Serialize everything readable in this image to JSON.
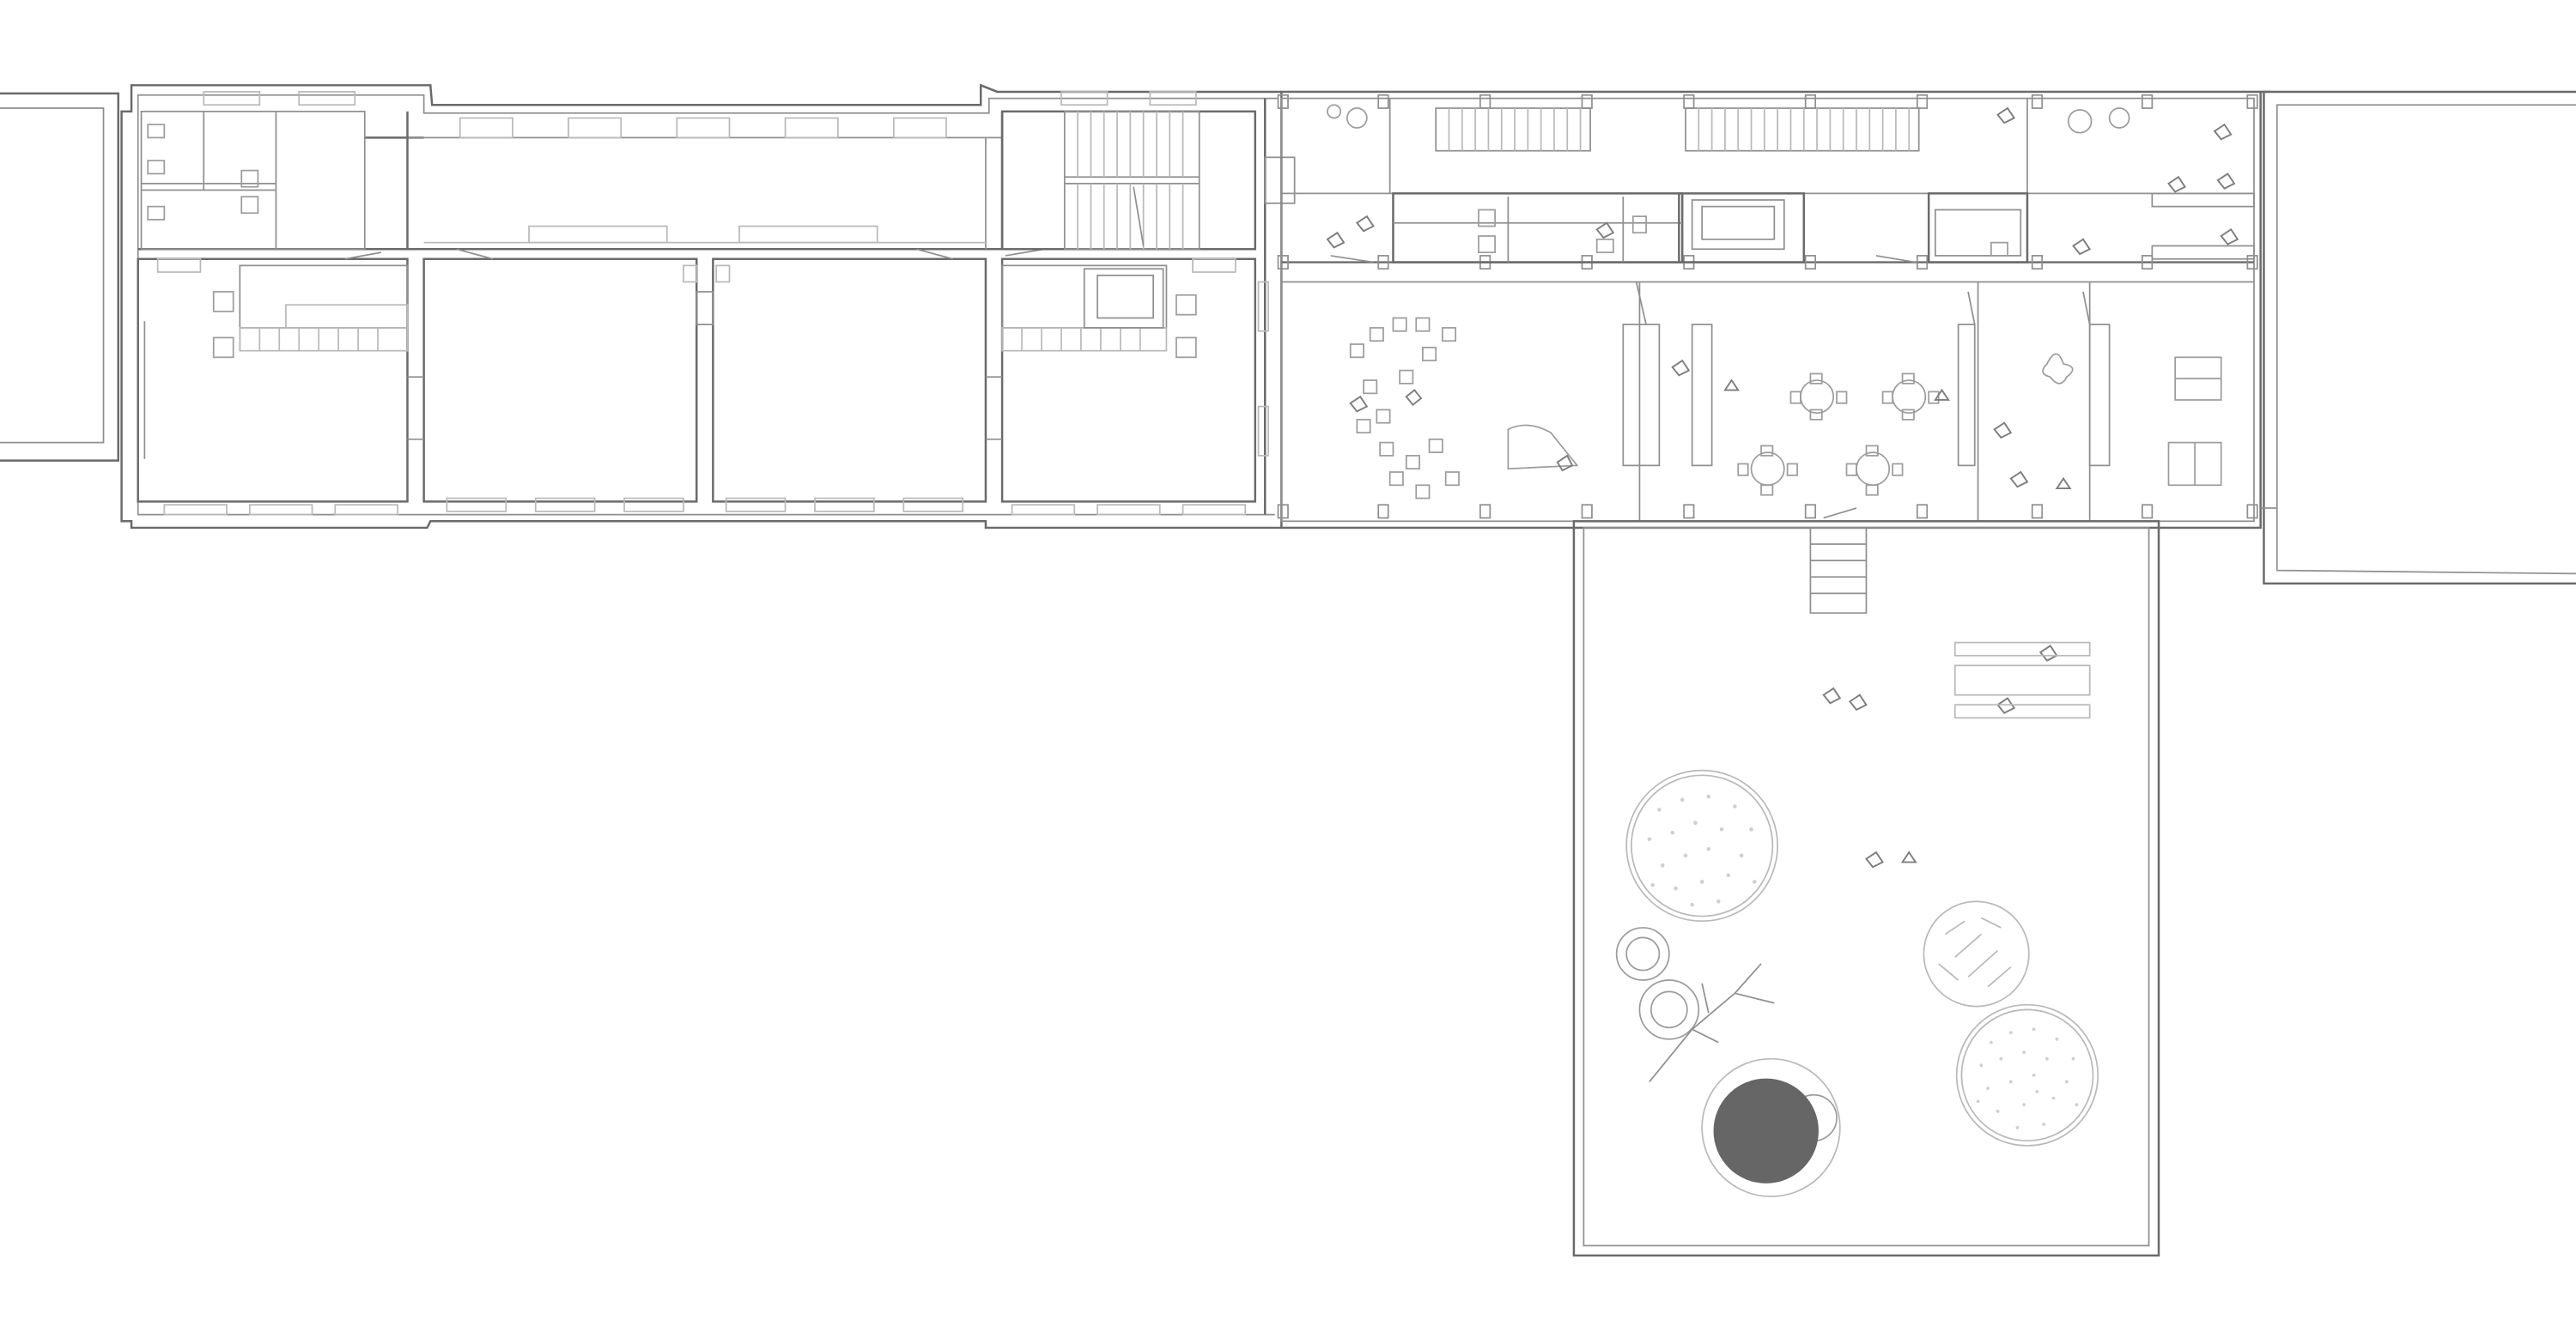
{
  "drawing": {
    "kind": "floor-plan",
    "colors": {
      "background": "#ffffff",
      "wall": "#6a6a6a",
      "line": "#8f8f8f",
      "faint": "#b9b9b9",
      "accent_fill": "#666666"
    },
    "elements": [
      "old-building-wing",
      "stair-core",
      "new-building-wing",
      "garden-courtyard",
      "neighbour-building-left",
      "neighbour-building-right",
      "round-planter-large",
      "round-planter-small",
      "round-planter-dotted",
      "trees",
      "fallen-branch",
      "dark-circular-feature",
      "garden-steps",
      "benches",
      "people-figures",
      "classroom-furniture"
    ]
  }
}
